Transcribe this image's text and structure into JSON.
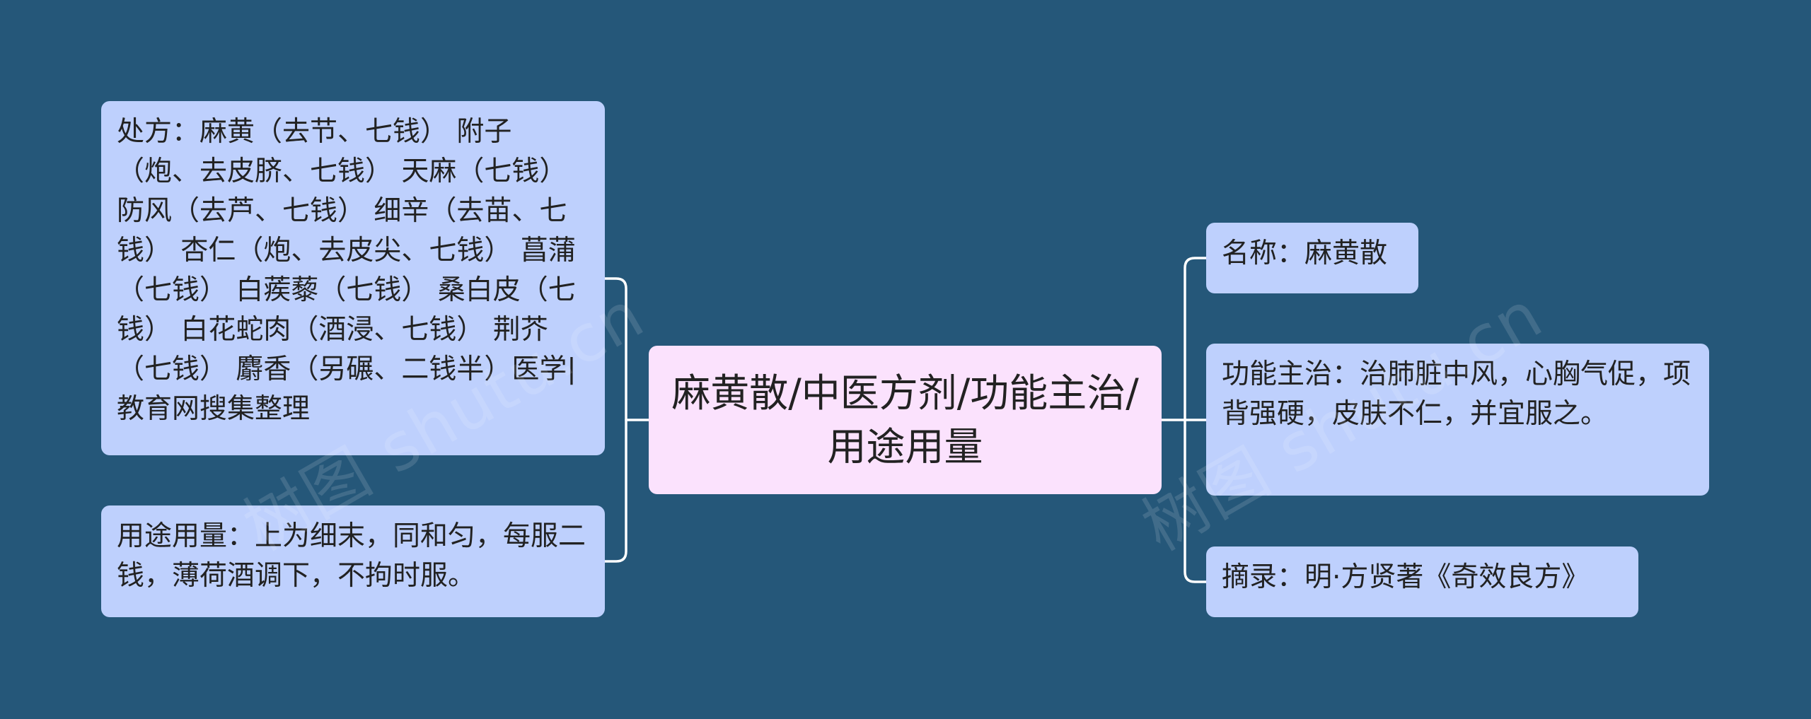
{
  "colors": {
    "background": "#255779",
    "center_node": "#fbe2fd",
    "leaf_node": "#bed0fd",
    "connector": "#ffffff",
    "text": "#222222"
  },
  "center": {
    "text": "麻黄散/中医方剂/功能主治/用途用量"
  },
  "left_branches": [
    {
      "text": "处方：麻黄（去节、七钱） 附子（炮、去皮脐、七钱） 天麻（七钱） 防风（去芦、七钱） 细辛（去苗、七钱） 杏仁（炮、去皮尖、七钱） 菖蒲（七钱） 白蒺藜（七钱） 桑白皮（七钱） 白花蛇肉（酒浸、七钱） 荆芥（七钱） 麝香（另碾、二钱半）医学|教育网搜集整理"
    },
    {
      "text": "用途用量：上为细末，同和匀，每服二钱，薄荷酒调下，不拘时服。"
    }
  ],
  "right_branches": [
    {
      "text": "名称：麻黄散"
    },
    {
      "text": "功能主治：治肺脏中风，心胸气促，项背强硬，皮肤不仁，并宜服之。"
    },
    {
      "text": "摘录：明·方贤著《奇效良方》"
    }
  ],
  "watermark": {
    "text": "树图 shutu.cn"
  }
}
